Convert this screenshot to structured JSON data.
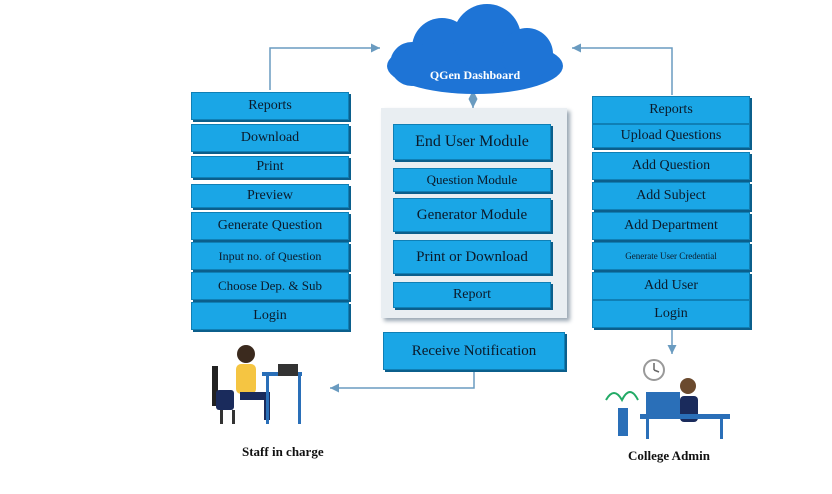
{
  "dashboard": {
    "label": "QGen Dashboard"
  },
  "left": {
    "items": [
      "Reports",
      "Download",
      "Print",
      "Preview",
      "Generate Question",
      "Input no. of Question",
      "Choose Dep. & Sub",
      "Login"
    ]
  },
  "middle": {
    "items": [
      "End User Module",
      "Question Module",
      "Generator Module",
      "Print or Download",
      "Report"
    ]
  },
  "notify": {
    "label": "Receive Notification"
  },
  "right": {
    "items": [
      "Reports",
      "Upload Questions",
      "Add Question",
      "Add Subject",
      "Add Department",
      "Generate User Credential",
      "Add User",
      "Login"
    ]
  },
  "actors": {
    "staff": "Staff in charge",
    "admin": "College Admin"
  },
  "colors": {
    "box": "#1aa6e6",
    "cloud": "#1e74d6",
    "arrow": "#6a9bc0"
  }
}
